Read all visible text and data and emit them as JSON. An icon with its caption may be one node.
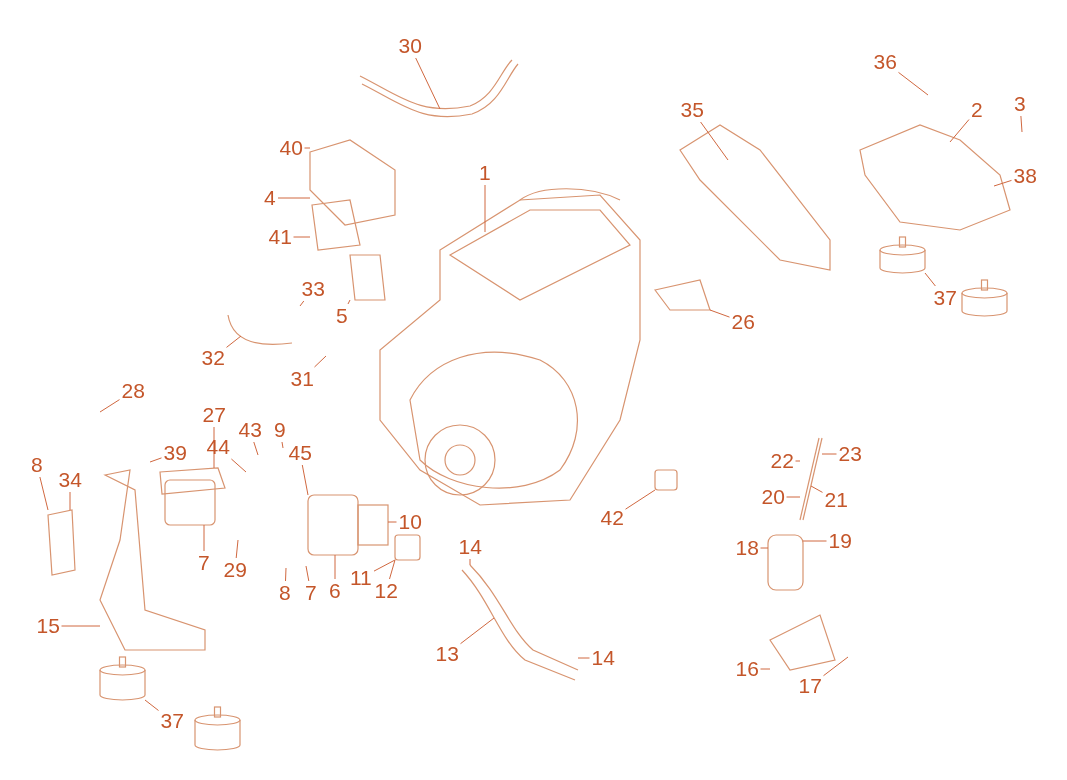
{
  "diagram": {
    "nodes": [
      {
        "text": [
          "30"
        ]
      },
      {
        "text": [
          "36"
        ]
      },
      {
        "text": [
          "3"
        ]
      },
      {
        "text": [
          "2"
        ]
      },
      {
        "text": [
          "35"
        ]
      },
      {
        "text": [
          "1"
        ]
      },
      {
        "text": [
          "40"
        ]
      },
      {
        "text": [
          "38"
        ]
      },
      {
        "text": [
          "4"
        ]
      },
      {
        "text": [
          "41"
        ]
      },
      {
        "text": [
          "33"
        ]
      },
      {
        "text": [
          "37"
        ]
      },
      {
        "text": [
          "5"
        ]
      },
      {
        "text": [
          "26"
        ]
      },
      {
        "text": [
          "32"
        ]
      },
      {
        "text": [
          "31"
        ]
      },
      {
        "text": [
          "28"
        ]
      },
      {
        "text": [
          "27"
        ]
      },
      {
        "text": [
          "43"
        ]
      },
      {
        "text": [
          "9"
        ]
      },
      {
        "text": [
          "39"
        ]
      },
      {
        "text": [
          "44"
        ]
      },
      {
        "text": [
          "45"
        ]
      },
      {
        "text": [
          "23"
        ]
      },
      {
        "text": [
          "22"
        ]
      },
      {
        "text": [
          "8"
        ]
      },
      {
        "text": [
          "34"
        ]
      },
      {
        "text": [
          "42"
        ]
      },
      {
        "text": [
          "20"
        ]
      },
      {
        "text": [
          "21"
        ]
      },
      {
        "text": [
          "10"
        ]
      },
      {
        "text": [
          "14"
        ]
      },
      {
        "text": [
          "19"
        ]
      },
      {
        "text": [
          "18"
        ]
      },
      {
        "text": [
          "7"
        ]
      },
      {
        "text": [
          "29"
        ]
      },
      {
        "text": [
          "11"
        ]
      },
      {
        "text": [
          "12"
        ]
      },
      {
        "text": [
          "8"
        ]
      },
      {
        "text": [
          "7"
        ]
      },
      {
        "text": [
          "6"
        ]
      },
      {
        "text": [
          "15"
        ]
      },
      {
        "text": [
          "13"
        ]
      },
      {
        "text": [
          "14"
        ]
      },
      {
        "text": [
          "16"
        ]
      },
      {
        "text": [
          "17"
        ]
      },
      {
        "text": [
          "37"
        ]
      },
      {
        "text": [],
        "shape": "picture"
      },
      {
        "text": [],
        "shape": "picture"
      },
      {
        "text": [],
        "shape": "picture"
      },
      {
        "text": [],
        "shape": "picture"
      },
      {
        "text": [],
        "shape": "picture"
      },
      {
        "text": [],
        "shape": "picture"
      },
      {
        "text": [],
        "shape": "cylinder"
      },
      {
        "text": [],
        "shape": "cylinder"
      },
      {
        "text": [],
        "shape": "picture"
      },
      {
        "text": [],
        "shape": "picture"
      },
      {
        "text": [],
        "shape": "picture"
      },
      {
        "text": [],
        "shape": "box"
      },
      {
        "text": [],
        "shape": "picture"
      },
      {
        "text": [],
        "shape": "picture"
      },
      {
        "text": [],
        "shape": "picture"
      },
      {
        "text": [],
        "shape": "box"
      },
      {
        "text": [],
        "shape": "cylinder"
      },
      {
        "text": [],
        "shape": "cylinder"
      },
      {
        "text": [],
        "shape": "picture"
      },
      {
        "text": [],
        "shape": "picture"
      },
      {
        "text": [],
        "shape": "picture"
      },
      {
        "text": [],
        "shape": "picture"
      }
    ],
    "edges": [
      {
        "from": 0,
        "to": 47,
        "arrow": "none"
      },
      {
        "from": 1,
        "to": null,
        "arrow": "none"
      },
      {
        "from": 2,
        "to": null,
        "arrow": "none"
      },
      {
        "from": 3,
        "to": 52,
        "arrow": "none"
      },
      {
        "from": 4,
        "to": 51,
        "arrow": "none"
      },
      {
        "from": 5,
        "to": 50,
        "arrow": "none"
      },
      {
        "from": 6,
        "to": 48,
        "arrow": "none"
      },
      {
        "from": 7,
        "to": 52,
        "arrow": "none"
      },
      {
        "from": 8,
        "to": 48,
        "arrow": "none"
      },
      {
        "from": 9,
        "to": 48,
        "arrow": "none"
      },
      {
        "from": 10,
        "to": null,
        "arrow": "none"
      },
      {
        "from": 11,
        "to": 53,
        "arrow": "none"
      },
      {
        "from": 12,
        "to": 49,
        "arrow": "none"
      },
      {
        "from": 13,
        "to": 65,
        "arrow": "none"
      },
      {
        "from": 14,
        "to": 67,
        "arrow": "none"
      },
      {
        "from": 15,
        "to": null,
        "arrow": "none"
      },
      {
        "from": 16,
        "to": null,
        "arrow": "none"
      },
      {
        "from": 17,
        "to": 56,
        "arrow": "none"
      },
      {
        "from": 18,
        "to": null,
        "arrow": "none"
      },
      {
        "from": 19,
        "to": null,
        "arrow": "none"
      },
      {
        "from": 20,
        "to": null,
        "arrow": "none"
      },
      {
        "from": 21,
        "to": null,
        "arrow": "none"
      },
      {
        "from": 22,
        "to": 57,
        "arrow": "none"
      },
      {
        "from": 23,
        "to": 68,
        "arrow": "none"
      },
      {
        "from": 24,
        "to": 68,
        "arrow": "none"
      },
      {
        "from": 25,
        "to": 66,
        "arrow": "none"
      },
      {
        "from": 26,
        "to": 66,
        "arrow": "none"
      },
      {
        "from": 27,
        "to": 62,
        "arrow": "none"
      },
      {
        "from": 28,
        "to": 68,
        "arrow": "none"
      },
      {
        "from": 29,
        "to": 68,
        "arrow": "none"
      },
      {
        "from": 30,
        "to": 57,
        "arrow": "none"
      },
      {
        "from": 31,
        "to": 59,
        "arrow": "none"
      },
      {
        "from": 32,
        "to": 60,
        "arrow": "none"
      },
      {
        "from": 33,
        "to": 60,
        "arrow": "none"
      },
      {
        "from": 34,
        "to": 56,
        "arrow": "none"
      },
      {
        "from": 35,
        "to": null,
        "arrow": "none"
      },
      {
        "from": 36,
        "to": 58,
        "arrow": "none"
      },
      {
        "from": 37,
        "to": 58,
        "arrow": "none"
      },
      {
        "from": 38,
        "to": null,
        "arrow": "none"
      },
      {
        "from": 39,
        "to": null,
        "arrow": "none"
      },
      {
        "from": 40,
        "to": 57,
        "arrow": "none"
      },
      {
        "from": 41,
        "to": 55,
        "arrow": "none"
      },
      {
        "from": 42,
        "to": 59,
        "arrow": "none"
      },
      {
        "from": 43,
        "to": 59,
        "arrow": "none"
      },
      {
        "from": 44,
        "to": 61,
        "arrow": "none"
      },
      {
        "from": 45,
        "to": null,
        "arrow": "none"
      },
      {
        "from": 46,
        "to": 63,
        "arrow": "none"
      }
    ]
  }
}
